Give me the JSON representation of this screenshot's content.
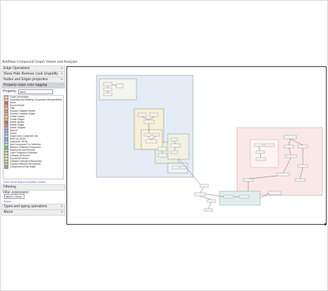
{
  "app": {
    "title": "AntiMate Compound Graph Viewer and Analyser"
  },
  "sidebar": {
    "sections_top": [
      {
        "label": "Edge Operations",
        "expander": "+"
      },
      {
        "label": "Show Hide Remove Look Ungrafify",
        "expander": "+"
      },
      {
        "label": "Nodes and Edges properties",
        "expander": "+"
      },
      {
        "label": "Property value color tagging",
        "expander": "-"
      }
    ],
    "property": {
      "label": "Property:",
      "value": "label"
    },
    "tag_items": [
      {
        "label": "Graph Information",
        "color": "#e8e0a0"
      },
      {
        "label": "Importing and Building Compound Interoperability",
        "color": "#f7c8c8"
      },
      {
        "label": "Mode",
        "color": "#e06060"
      },
      {
        "label": "Export simple",
        "color": "#f09090"
      },
      {
        "label": "Filter",
        "color": "#f7c0a0"
      },
      {
        "label": "Expand Collapse Nodes",
        "color": "#e89060"
      },
      {
        "label": "Expand Collapse Edges",
        "color": "#f0b080"
      },
      {
        "label": "Create Nodes",
        "color": "#f8d0a0"
      },
      {
        "label": "Create Edges",
        "color": "#e0c060"
      },
      {
        "label": "Delete Nodes",
        "color": "#e06060"
      },
      {
        "label": "Delete Edges",
        "color": "#f08080"
      },
      {
        "label": "Delete Shapes",
        "color": "#d0a0e0"
      },
      {
        "label": "Search",
        "color": "#a0b0f0"
      },
      {
        "label": "Import",
        "color": "#a0c0e8"
      },
      {
        "label": "Import from CompEdit, Net",
        "color": "#c0d0f0"
      },
      {
        "label": "Store as JSON",
        "color": "#80b0e0"
      },
      {
        "label": "Load from JSON",
        "color": "#a0d0f0"
      },
      {
        "label": "Add Compound For Selection",
        "color": "#b0e0c0"
      },
      {
        "label": "Remove Selected Compound",
        "color": "#70c090"
      },
      {
        "label": "Expand All and Remove",
        "color": "#a0e0a0"
      },
      {
        "label": "Load Compound Software",
        "color": "#c0e8b0"
      },
      {
        "label": "Collapse All Nodes",
        "color": "#e0e890"
      },
      {
        "label": "Expand All Nodes",
        "color": "#f0e0a0"
      },
      {
        "label": "Collapse Selected Recursively",
        "color": "#d0d080"
      },
      {
        "label": "Expand Selected Recursively",
        "color": "#e0c0a0"
      },
      {
        "label": "Compound to Flat Graph",
        "color": "#a0a0a0"
      }
    ],
    "tag_link": "color according to property values",
    "filtering": {
      "header": "Filtering",
      "label": "Filter expression:",
      "value": "label!=\"Other\"",
      "link": "Select"
    },
    "sections_bottom": [
      {
        "label": "Types and typing operations",
        "expander": "+"
      },
      {
        "label": "About",
        "expander": "+"
      }
    ]
  },
  "graph": {
    "compound_colors": {
      "blue": "#e4ecf5",
      "green": "#e6f0e0",
      "yellow": "#f5f0d6",
      "pink": "#fae8e8",
      "teal": "#e0eeee"
    }
  }
}
